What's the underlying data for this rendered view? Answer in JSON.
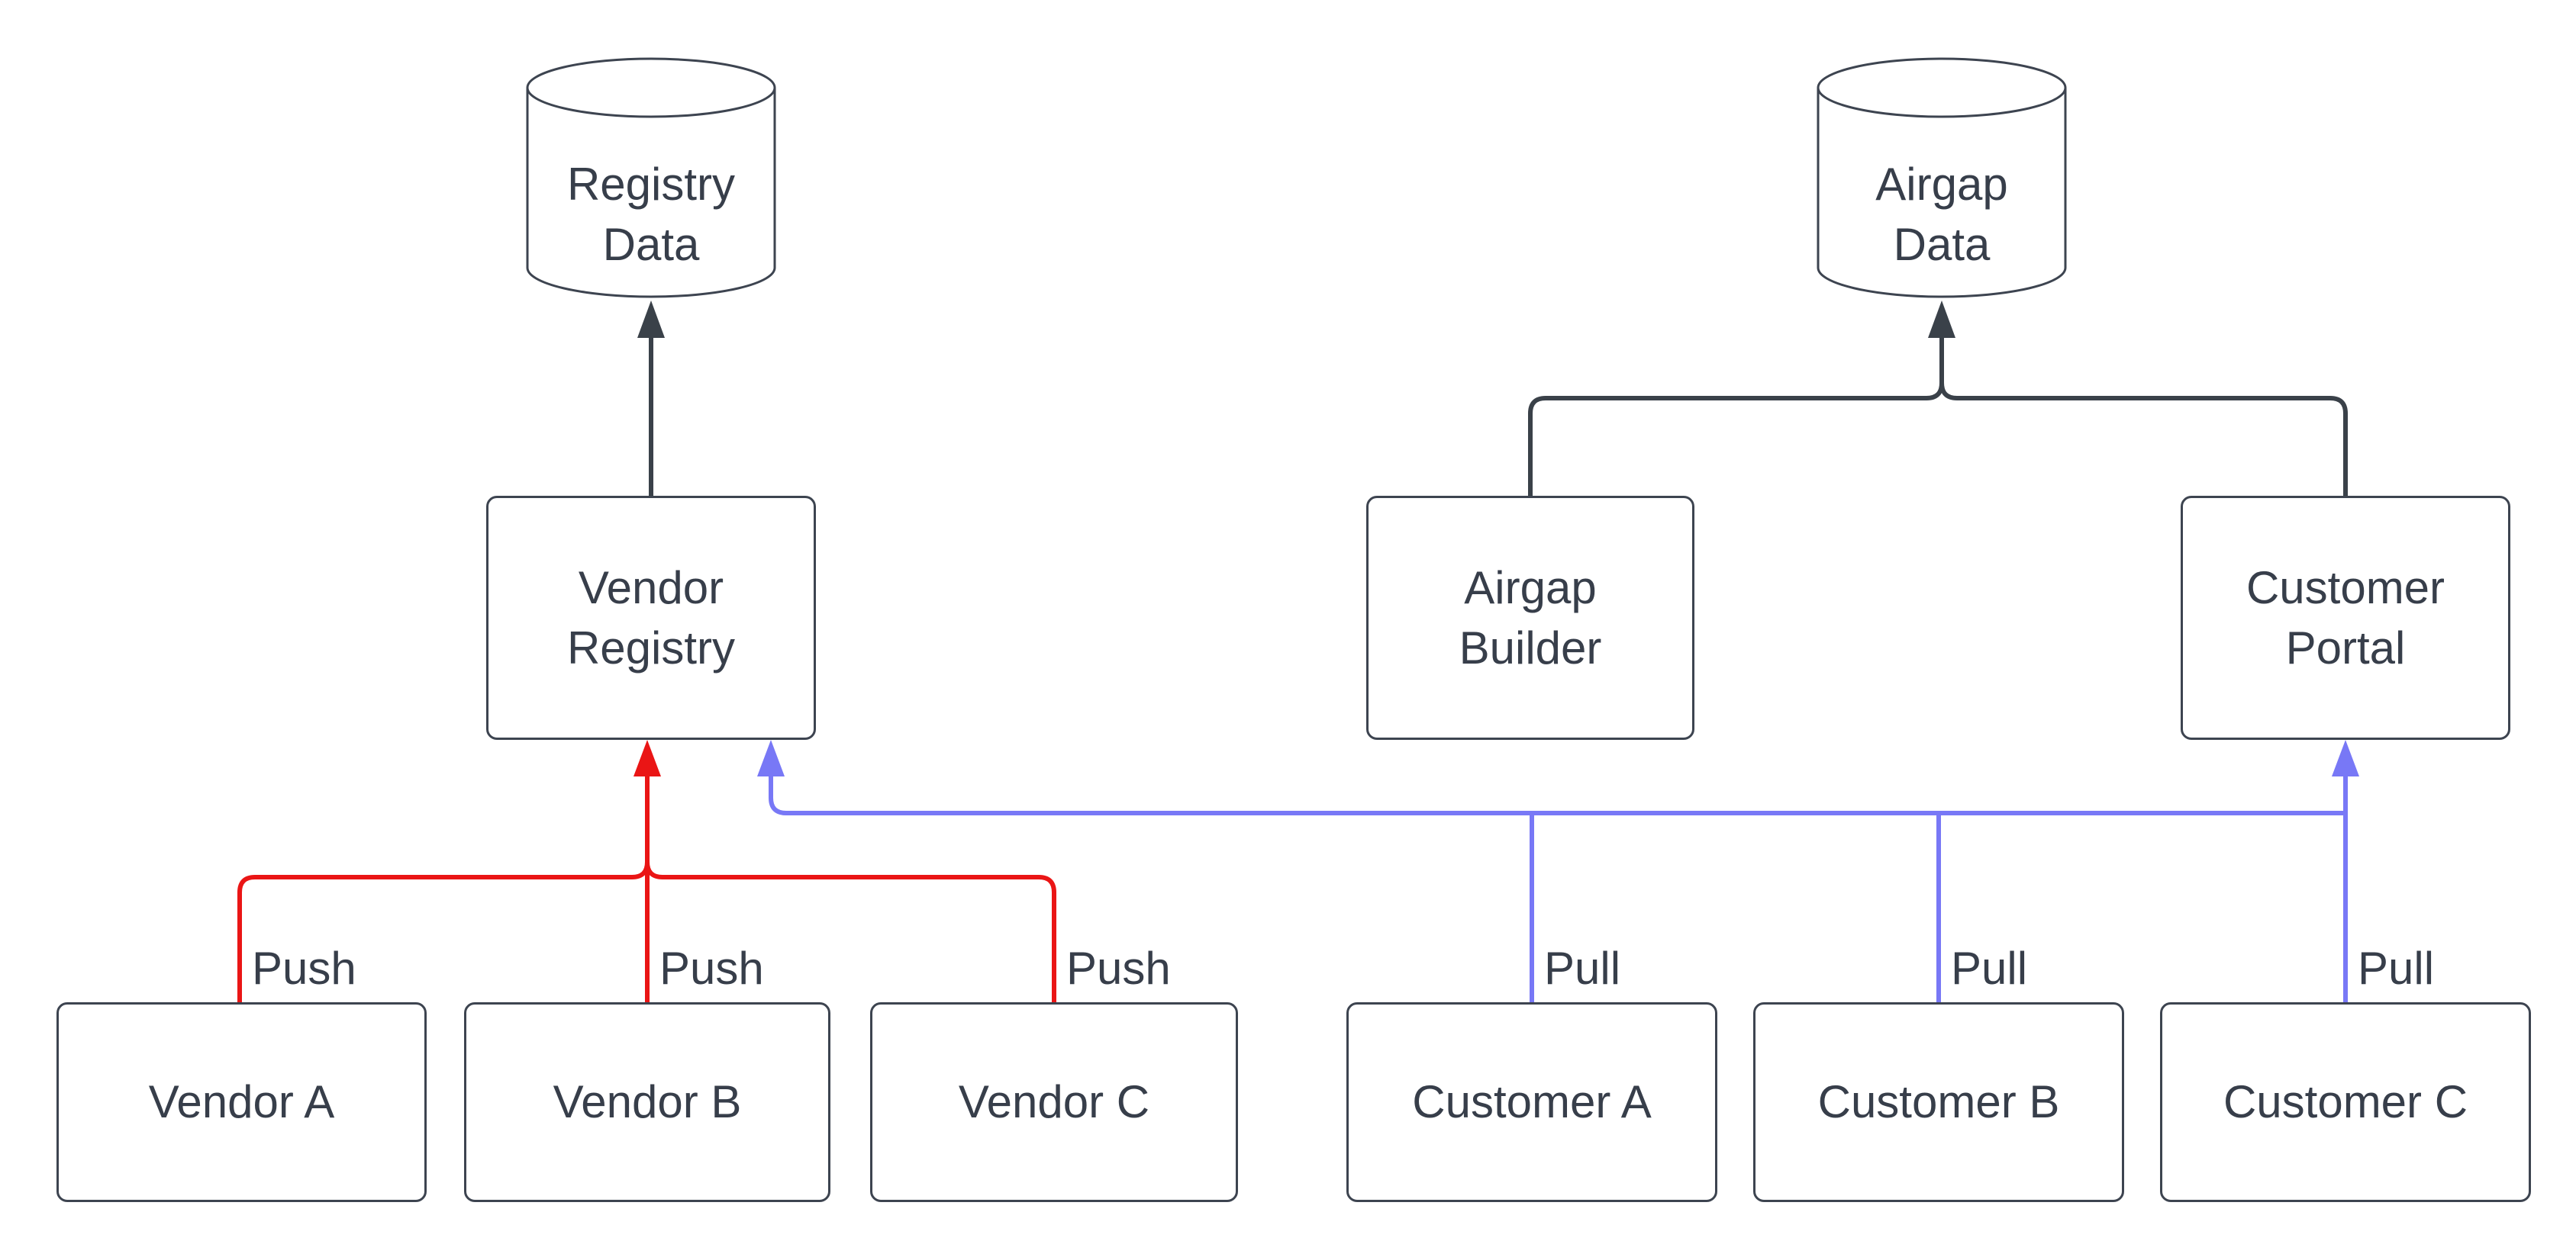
{
  "diagram": {
    "background": "#ffffff",
    "colors": {
      "background": "#ffffff",
      "node_stroke": "#3d4450",
      "text": "#373e4a",
      "dark_edge": "#3a4149",
      "push_edge": "#ea1515",
      "pull_edge": "#7878f6"
    },
    "nodes": {
      "registry_data": {
        "label": "Registry\nData",
        "shape": "cylinder"
      },
      "airgap_data": {
        "label": "Airgap\nData",
        "shape": "cylinder"
      },
      "vendor_registry": {
        "label": "Vendor\nRegistry",
        "shape": "rect"
      },
      "airgap_builder": {
        "label": "Airgap\nBuilder",
        "shape": "rect"
      },
      "customer_portal": {
        "label": "Customer\nPortal",
        "shape": "rect"
      },
      "vendor_a": {
        "label": "Vendor A",
        "shape": "rect"
      },
      "vendor_b": {
        "label": "Vendor B",
        "shape": "rect"
      },
      "vendor_c": {
        "label": "Vendor C",
        "shape": "rect"
      },
      "customer_a": {
        "label": "Customer A",
        "shape": "rect"
      },
      "customer_b": {
        "label": "Customer B",
        "shape": "rect"
      },
      "customer_c": {
        "label": "Customer C",
        "shape": "rect"
      }
    },
    "edge_labels": {
      "push_a": "Push",
      "push_b": "Push",
      "push_c": "Push",
      "pull_a": "Pull",
      "pull_b": "Pull",
      "pull_c": "Pull"
    },
    "edges": [
      {
        "from": "Vendor Registry",
        "to": "Registry Data",
        "color": "dark"
      },
      {
        "from": "Airgap Builder",
        "to": "Airgap Data",
        "color": "dark"
      },
      {
        "from": "Customer Portal",
        "to": "Airgap Data",
        "color": "dark"
      },
      {
        "from": "Vendor A",
        "to": "Vendor Registry",
        "label": "Push",
        "color": "push"
      },
      {
        "from": "Vendor B",
        "to": "Vendor Registry",
        "label": "Push",
        "color": "push"
      },
      {
        "from": "Vendor C",
        "to": "Vendor Registry",
        "label": "Push",
        "color": "push"
      },
      {
        "from": "Customer A",
        "to": "Customer Portal",
        "label": "Pull",
        "color": "pull"
      },
      {
        "from": "Customer B",
        "to": "Customer Portal",
        "label": "Pull",
        "color": "pull"
      },
      {
        "from": "Customer C",
        "to": "Customer Portal",
        "label": "Pull",
        "color": "pull"
      },
      {
        "from": "Customer bus",
        "to": "Vendor Registry",
        "color": "pull"
      }
    ]
  }
}
